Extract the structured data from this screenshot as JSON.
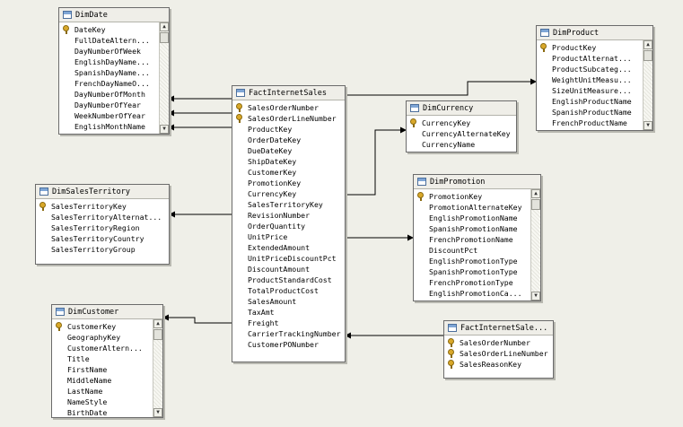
{
  "diagram": {
    "tables": [
      {
        "id": "dimdate",
        "title": "DimDate",
        "fields": [
          {
            "name": "DateKey",
            "pk": true
          },
          {
            "name": "FullDateAltern...",
            "pk": false
          },
          {
            "name": "DayNumberOfWeek",
            "pk": false
          },
          {
            "name": "EnglishDayName...",
            "pk": false
          },
          {
            "name": "SpanishDayName...",
            "pk": false
          },
          {
            "name": "FrenchDayNameO...",
            "pk": false
          },
          {
            "name": "DayNumberOfMonth",
            "pk": false
          },
          {
            "name": "DayNumberOfYear",
            "pk": false
          },
          {
            "name": "WeekNumberOfYear",
            "pk": false
          },
          {
            "name": "EnglishMonthName",
            "pk": false
          }
        ]
      },
      {
        "id": "factinternetsales",
        "title": "FactInternetSales",
        "fields": [
          {
            "name": "SalesOrderNumber",
            "pk": true
          },
          {
            "name": "SalesOrderLineNumber",
            "pk": true
          },
          {
            "name": "ProductKey",
            "pk": false
          },
          {
            "name": "OrderDateKey",
            "pk": false
          },
          {
            "name": "DueDateKey",
            "pk": false
          },
          {
            "name": "ShipDateKey",
            "pk": false
          },
          {
            "name": "CustomerKey",
            "pk": false
          },
          {
            "name": "PromotionKey",
            "pk": false
          },
          {
            "name": "CurrencyKey",
            "pk": false
          },
          {
            "name": "SalesTerritoryKey",
            "pk": false
          },
          {
            "name": "RevisionNumber",
            "pk": false
          },
          {
            "name": "OrderQuantity",
            "pk": false
          },
          {
            "name": "UnitPrice",
            "pk": false
          },
          {
            "name": "ExtendedAmount",
            "pk": false
          },
          {
            "name": "UnitPriceDiscountPct",
            "pk": false
          },
          {
            "name": "DiscountAmount",
            "pk": false
          },
          {
            "name": "ProductStandardCost",
            "pk": false
          },
          {
            "name": "TotalProductCost",
            "pk": false
          },
          {
            "name": "SalesAmount",
            "pk": false
          },
          {
            "name": "TaxAmt",
            "pk": false
          },
          {
            "name": "Freight",
            "pk": false
          },
          {
            "name": "CarrierTrackingNumber",
            "pk": false
          },
          {
            "name": "CustomerPONumber",
            "pk": false
          }
        ]
      },
      {
        "id": "dimproduct",
        "title": "DimProduct",
        "fields": [
          {
            "name": "ProductKey",
            "pk": true
          },
          {
            "name": "ProductAlternat...",
            "pk": false
          },
          {
            "name": "ProductSubcateg...",
            "pk": false
          },
          {
            "name": "WeightUnitMeasu...",
            "pk": false
          },
          {
            "name": "SizeUnitMeasure...",
            "pk": false
          },
          {
            "name": "EnglishProductName",
            "pk": false
          },
          {
            "name": "SpanishProductName",
            "pk": false
          },
          {
            "name": "FrenchProductName",
            "pk": false
          }
        ]
      },
      {
        "id": "dimcurrency",
        "title": "DimCurrency",
        "fields": [
          {
            "name": "CurrencyKey",
            "pk": true
          },
          {
            "name": "CurrencyAlternateKey",
            "pk": false
          },
          {
            "name": "CurrencyName",
            "pk": false
          }
        ]
      },
      {
        "id": "dimsalesterritory",
        "title": "DimSalesTerritory",
        "fields": [
          {
            "name": "SalesTerritoryKey",
            "pk": true
          },
          {
            "name": "SalesTerritoryAlternat...",
            "pk": false
          },
          {
            "name": "SalesTerritoryRegion",
            "pk": false
          },
          {
            "name": "SalesTerritoryCountry",
            "pk": false
          },
          {
            "name": "SalesTerritoryGroup",
            "pk": false
          }
        ]
      },
      {
        "id": "dimpromotion",
        "title": "DimPromotion",
        "fields": [
          {
            "name": "PromotionKey",
            "pk": true
          },
          {
            "name": "PromotionAlternateKey",
            "pk": false
          },
          {
            "name": "EnglishPromotionName",
            "pk": false
          },
          {
            "name": "SpanishPromotionName",
            "pk": false
          },
          {
            "name": "FrenchPromotionName",
            "pk": false
          },
          {
            "name": "DiscountPct",
            "pk": false
          },
          {
            "name": "EnglishPromotionType",
            "pk": false
          },
          {
            "name": "SpanishPromotionType",
            "pk": false
          },
          {
            "name": "FrenchPromotionType",
            "pk": false
          },
          {
            "name": "EnglishPromotionCa...",
            "pk": false
          }
        ]
      },
      {
        "id": "dimcustomer",
        "title": "DimCustomer",
        "fields": [
          {
            "name": "CustomerKey",
            "pk": true
          },
          {
            "name": "GeographyKey",
            "pk": false
          },
          {
            "name": "CustomerAltern...",
            "pk": false
          },
          {
            "name": "Title",
            "pk": false
          },
          {
            "name": "FirstName",
            "pk": false
          },
          {
            "name": "MiddleName",
            "pk": false
          },
          {
            "name": "LastName",
            "pk": false
          },
          {
            "name": "NameStyle",
            "pk": false
          },
          {
            "name": "BirthDate",
            "pk": false
          }
        ]
      },
      {
        "id": "factinternetsalesreason",
        "title": "FactInternetSale...",
        "fields": [
          {
            "name": "SalesOrderNumber",
            "pk": true
          },
          {
            "name": "SalesOrderLineNumber",
            "pk": true
          },
          {
            "name": "SalesReasonKey",
            "pk": true
          }
        ]
      }
    ]
  }
}
